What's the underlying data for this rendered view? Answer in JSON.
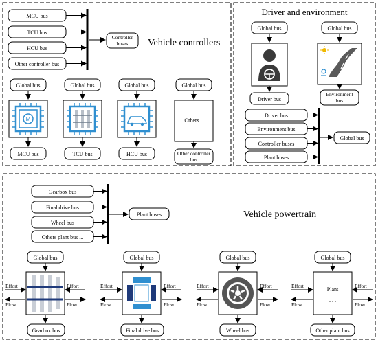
{
  "vc": {
    "title": "Vehicle controllers",
    "inputs": [
      "MCU bus",
      "TCU bus",
      "HCU bus",
      "Other controller bus"
    ],
    "output": [
      "Controller",
      "buses"
    ],
    "units": [
      {
        "in": "Global bus",
        "out": [
          "MCU bus"
        ],
        "icon": "mcu-chip-icon"
      },
      {
        "in": "Global bus",
        "out": [
          "TCU bus"
        ],
        "icon": "tcu-chip-icon"
      },
      {
        "in": "Global bus",
        "out": [
          "HCU bus"
        ],
        "icon": "hcu-chip-icon"
      },
      {
        "in": "Global bus",
        "out": [
          "Other controller",
          "bus"
        ],
        "inner": "Others..."
      }
    ]
  },
  "de": {
    "title": "Driver and environment",
    "units": [
      {
        "in": "Global bus",
        "out": [
          "Driver bus"
        ],
        "icon": "driver-icon"
      },
      {
        "in": "Global bus",
        "out": [
          "Environment",
          "bus"
        ],
        "icon": "road-icon"
      }
    ],
    "inputs": [
      "Driver bus",
      "Environment bus",
      "Controller buses",
      "Plant  buses"
    ],
    "output": "Global bus"
  },
  "vp": {
    "title": "Vehicle powertrain",
    "inputs": [
      "Gearbox bus",
      "Final drive bus",
      "Wheel bus",
      "Others plant bus ..."
    ],
    "output": "Plant buses",
    "effort": "Effort",
    "flow": "Flow",
    "units": [
      {
        "in": "Global bus",
        "out": "Gearbox  bus",
        "icon": "gearbox-icon"
      },
      {
        "in": "Global bus",
        "out": "Final drive bus",
        "icon": "final-drive-icon"
      },
      {
        "in": "Global bus",
        "out": "Wheel bus",
        "icon": "wheel-icon"
      },
      {
        "in": "Global bus",
        "out": "Other plant bus",
        "inner": [
          "Plant",
          ". . ."
        ]
      }
    ]
  },
  "colors": {
    "chip": "#2f8fd0",
    "dark_blue": "#1f3a7a",
    "line": "#000000",
    "road": "#5a5a5a"
  }
}
